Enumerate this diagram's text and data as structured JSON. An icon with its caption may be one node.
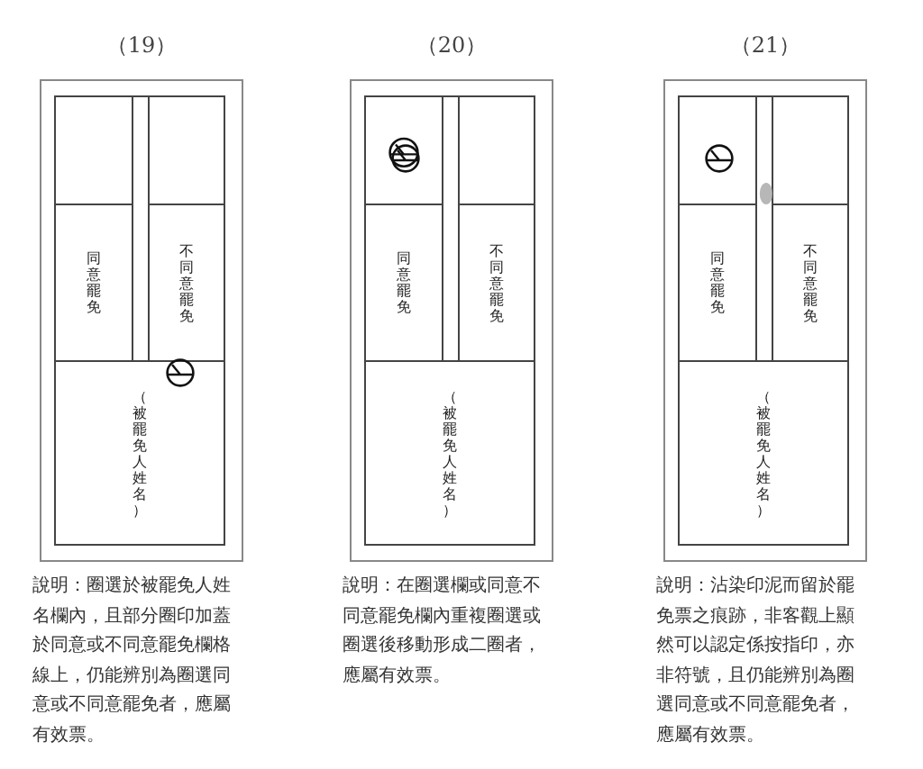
{
  "diagram": {
    "nodes": [
      {
        "text": [
          "（19）"
        ],
        "beside": [
          "說明：圈選於被罷免人姓名欄內，且部分圈印加蓋於同意或不同意罷免欄格線上，仍能辨別為圈選同意或不同意罷免者，應屬有效票。"
        ]
      },
      {
        "text": [],
        "shape": "box",
        "in": 0
      },
      {
        "text": [],
        "shape": "box",
        "in": 0
      },
      {
        "text": [
          "同意罷免"
        ],
        "in": 0
      },
      {
        "text": [
          "不同意罷免"
        ],
        "in": 0
      },
      {
        "text": [
          "（被罷免人姓名）"
        ],
        "in": 0
      },
      {
        "text": [
          "（20）"
        ],
        "beside": [
          "說明：在圈選欄或同意不同意罷免欄內重複圈選或圈選後移動形成二圈者，應屬有效票。"
        ]
      },
      {
        "text": [],
        "shape": "box",
        "in": 6
      },
      {
        "text": [],
        "shape": "box",
        "in": 6
      },
      {
        "text": [
          "同意罷免"
        ],
        "in": 6
      },
      {
        "text": [
          "不同意罷免"
        ],
        "in": 6
      },
      {
        "text": [
          "（被罷免人姓名）"
        ],
        "in": 6
      },
      {
        "text": [
          "（21）"
        ],
        "beside": [
          "說明：沾染印泥而留於罷免票之痕跡，非客觀上顯然可以認定係按指印，亦非符號，且仍能辨別為圈選同意或不同意罷免者，應屬有效票。"
        ]
      },
      {
        "text": [],
        "shape": "box",
        "in": 12
      },
      {
        "text": [],
        "shape": "box",
        "in": 12
      },
      {
        "text": [
          "同意罷免"
        ],
        "in": 12
      },
      {
        "text": [
          "不同意罷免"
        ],
        "in": 12
      },
      {
        "text": [
          "（被罷免人姓名）"
        ],
        "in": 12
      }
    ]
  }
}
